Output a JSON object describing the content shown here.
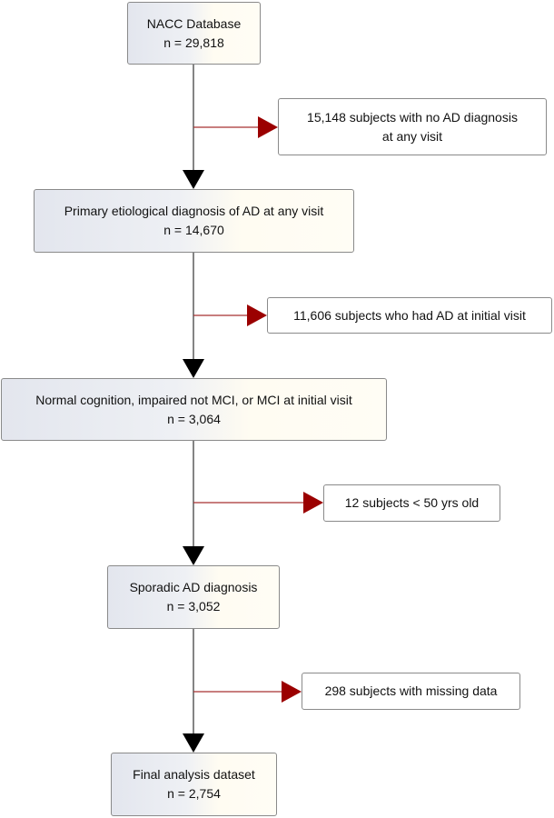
{
  "colors": {
    "line": "#333333",
    "arrow_main": "#000000",
    "arrow_exclusion": "#9b0000",
    "exclusion_line": "#a83232"
  },
  "boxes": [
    {
      "lines": [
        "NACC Database",
        "n = 29,818"
      ]
    },
    {
      "lines": [
        "Primary etiological diagnosis of AD at any visit",
        "n = 14,670"
      ]
    },
    {
      "lines": [
        "Normal cognition, impaired not MCI, or MCI at initial visit",
        "n = 3,064"
      ]
    },
    {
      "lines": [
        "Sporadic AD diagnosis",
        "n = 3,052"
      ]
    },
    {
      "lines": [
        "Final analysis dataset",
        "n = 2,754"
      ]
    }
  ],
  "exclusions": [
    {
      "lines": [
        "15,148 subjects with no AD diagnosis",
        "at any visit"
      ]
    },
    {
      "lines": [
        "11,606 subjects who had AD at initial visit"
      ]
    },
    {
      "lines": [
        "12 subjects < 50 yrs old"
      ]
    },
    {
      "lines": [
        "298 subjects with missing data"
      ]
    }
  ]
}
